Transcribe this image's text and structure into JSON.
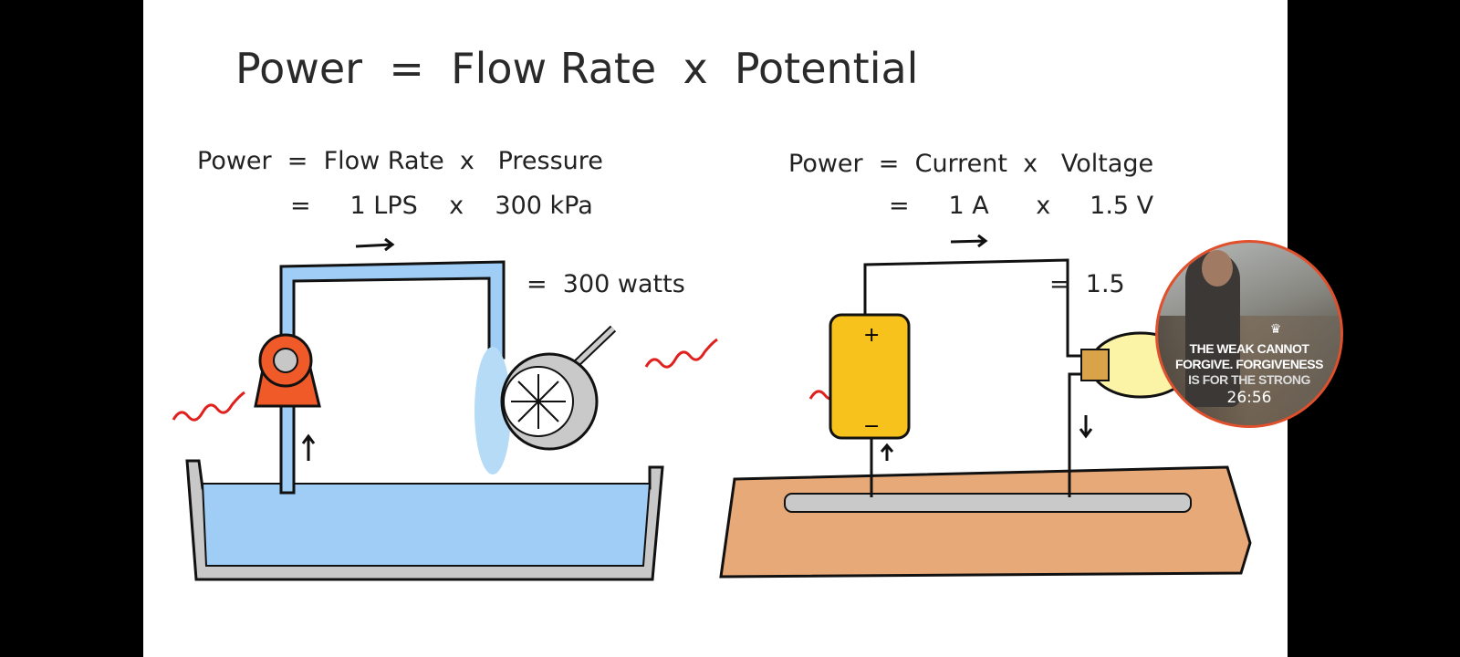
{
  "slide": {
    "title": "Power  =  Flow Rate  x  Potential",
    "water": {
      "line1": "Power  =  Flow Rate  x   Pressure",
      "line2": "=     1 LPS    x    300 kPa",
      "result": "=  300 watts"
    },
    "electric": {
      "line1": "Power  =  Current  x   Voltage",
      "line2": "=     1 A      x     1.5 V",
      "result": "=  1.5",
      "battery_plus": "+",
      "battery_minus": "−"
    }
  },
  "floating_video": {
    "quote_line1": "THE WEAK CANNOT",
    "quote_line2": "FORGIVE. FORGIVENESS",
    "quote_line3": "IS FOR THE STRONG",
    "duration": "26:56"
  },
  "colors": {
    "water": "#9fcdf5",
    "pump": "#f05a28",
    "battery": "#f7c21b",
    "ground": "#e8a978",
    "wave": "#e0201c",
    "bubble_border": "#e0502c"
  }
}
